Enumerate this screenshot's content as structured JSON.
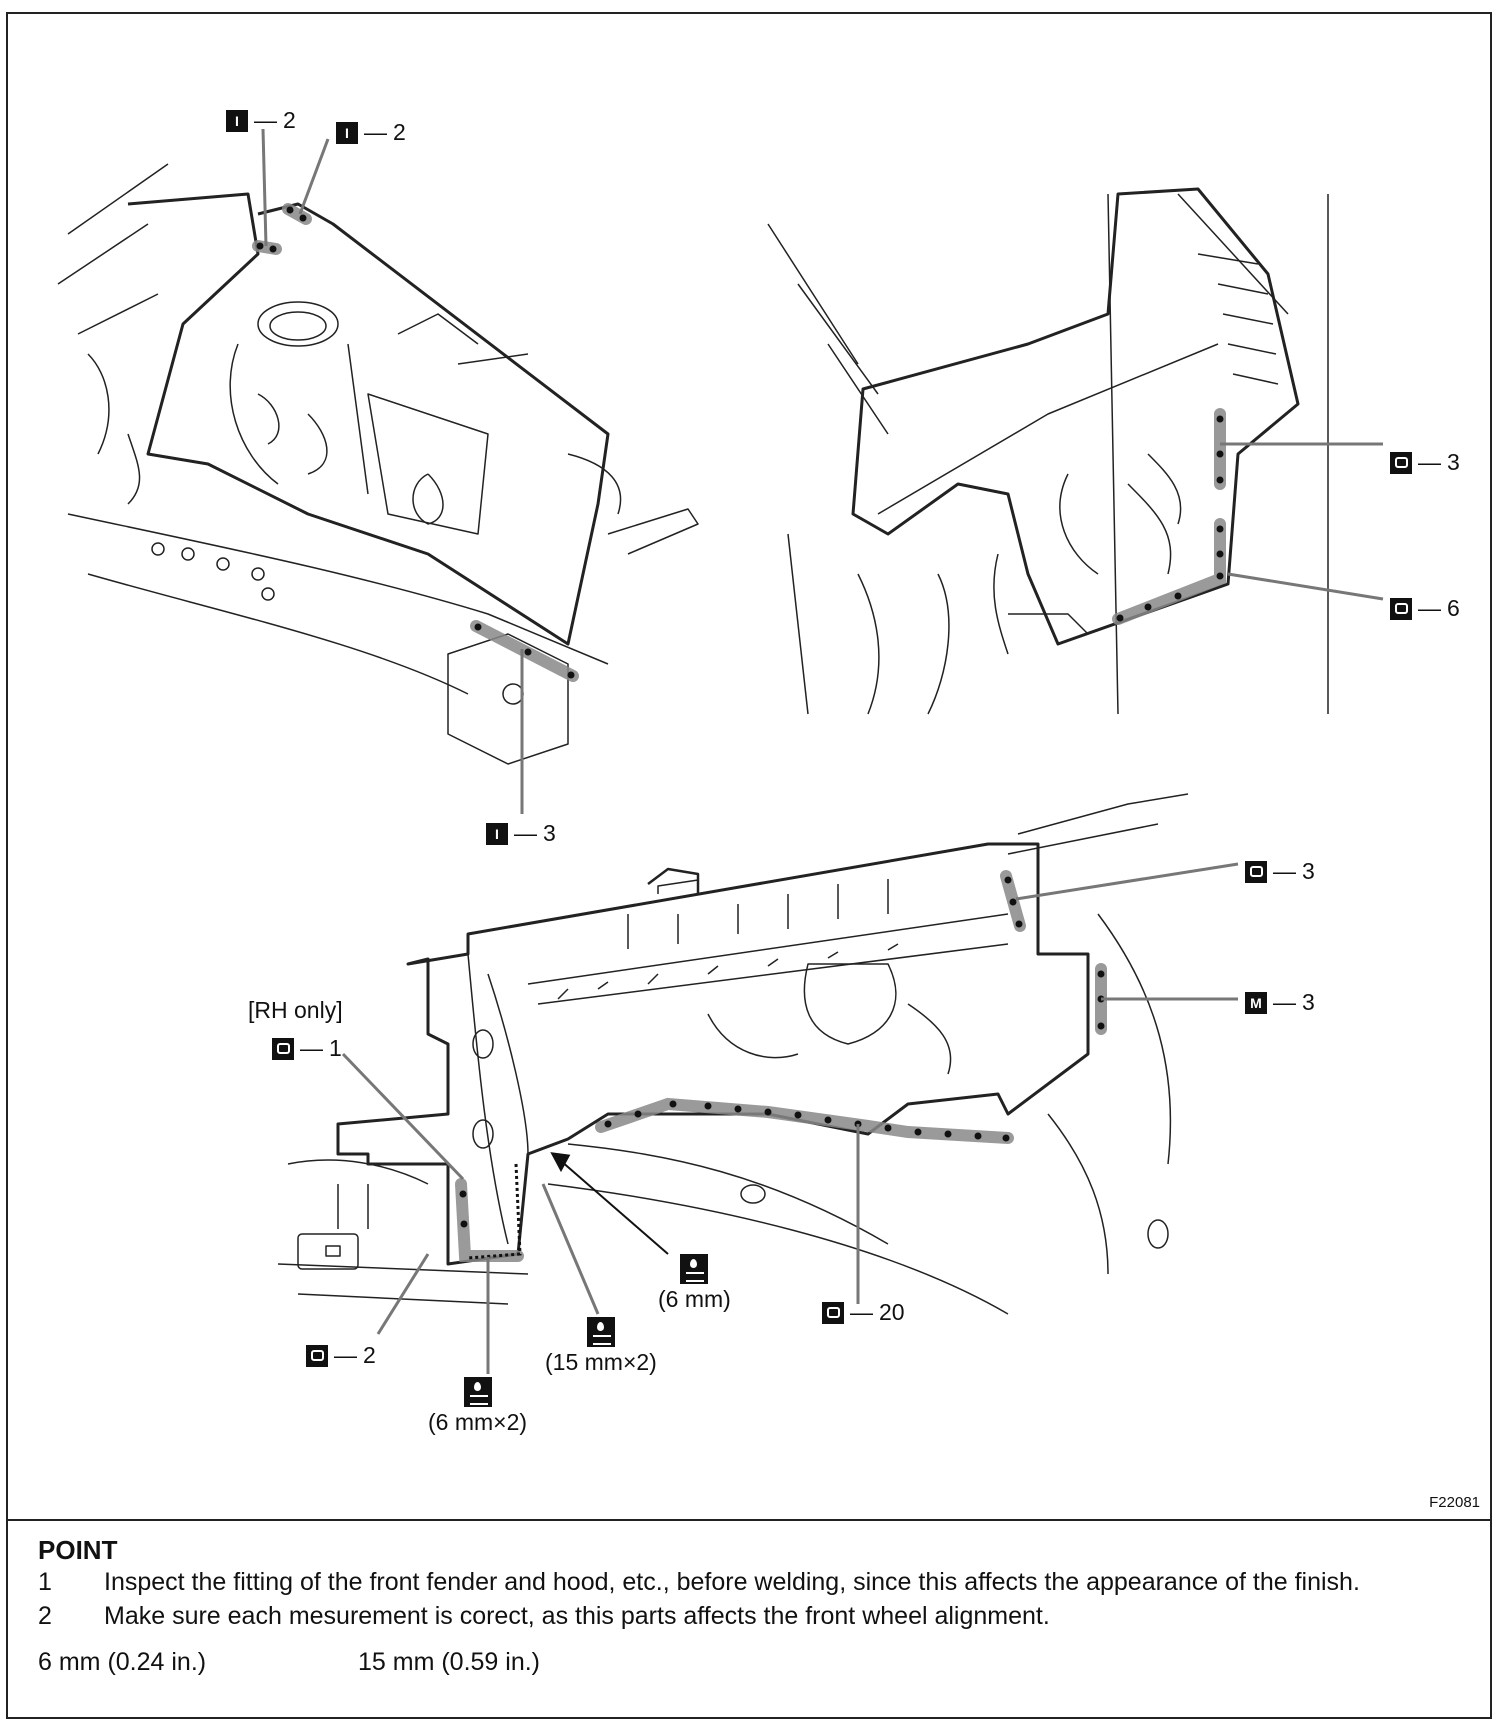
{
  "figure": {
    "code": "F22081",
    "callouts": {
      "i2_a": {
        "symbol": "I",
        "count": "2"
      },
      "i2_b": {
        "symbol": "I",
        "count": "2"
      },
      "i3": {
        "symbol": "I",
        "count": "3"
      },
      "o3_top": {
        "symbol": "O",
        "count": "3"
      },
      "o6": {
        "symbol": "O",
        "count": "6"
      },
      "o3_bottom": {
        "symbol": "O",
        "count": "3"
      },
      "m3": {
        "symbol": "M",
        "count": "3"
      },
      "o1": {
        "symbol": "O",
        "count": "1"
      },
      "o2": {
        "symbol": "O",
        "count": "2"
      },
      "o20": {
        "symbol": "O",
        "count": "20"
      }
    },
    "rh_only": "[RH only]",
    "seals": {
      "seal_6mm": "(6 mm)",
      "seal_15mmx2": "(15 mm×2)",
      "seal_6mmx2": "(6 mm×2)"
    }
  },
  "notes": {
    "title": "POINT",
    "items": [
      {
        "num": "1",
        "text": "Inspect the fitting of the front fender and hood, etc., before welding, since this affects the appearance of the finish."
      },
      {
        "num": "2",
        "text": "Make sure each mesurement is corect, as this parts affects the front wheel alignment."
      }
    ],
    "conversions": [
      "6 mm (0.24 in.)",
      "15 mm (0.59 in.)"
    ]
  }
}
